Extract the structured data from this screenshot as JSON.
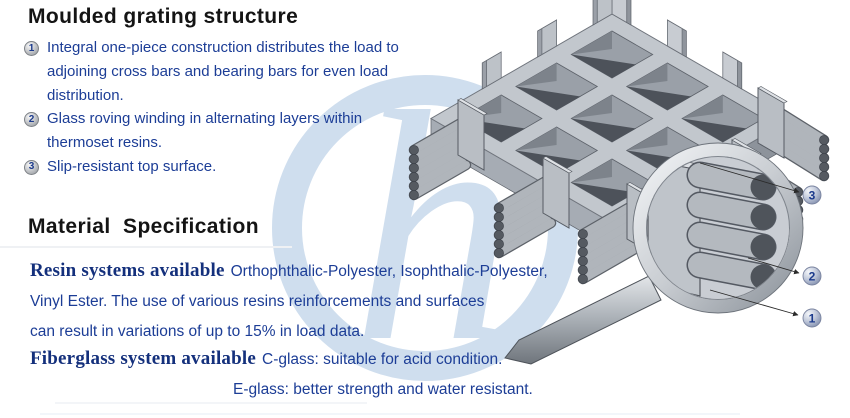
{
  "page": {
    "title": "Moulded grating structure"
  },
  "features": {
    "items": [
      {
        "num": "1",
        "lines": [
          "Integral one-piece construction distributes the load to",
          "adjoining cross bars and bearing bars for even load",
          "distribution."
        ]
      },
      {
        "num": "2",
        "lines": [
          "Glass roving winding in alternating layers within",
          "thermoset resins."
        ]
      },
      {
        "num": "3",
        "lines": [
          "Slip-resistant top surface."
        ]
      }
    ]
  },
  "material": {
    "heading": "Material  Specification",
    "resin_lead": "Resin systems available",
    "resin_rest": "Orthophthalic-Polyester, Isophthalic-Polyester,",
    "resin_line2": "Vinyl Ester. The use of various resins reinforcements and surfaces",
    "resin_line3": "can result in variations of up to 15% in load data.",
    "fiber_lead": "Fiberglass system available",
    "fiber_line1": "C-glass: suitable for acid condition.",
    "fiber_line2": "E-glass: better strength and water resistant."
  },
  "diagram": {
    "watermark_letter": "h",
    "callouts": [
      {
        "label": "3"
      },
      {
        "label": "2"
      },
      {
        "label": "1"
      }
    ]
  },
  "colors": {
    "text_blue": "#1c3d96",
    "serif_navy": "#14307c",
    "heading_black": "#141414",
    "watermark_blue": "#cfdeee",
    "grating_grey": "#c2c7cd",
    "callout_navy": "#1b3a8c"
  }
}
